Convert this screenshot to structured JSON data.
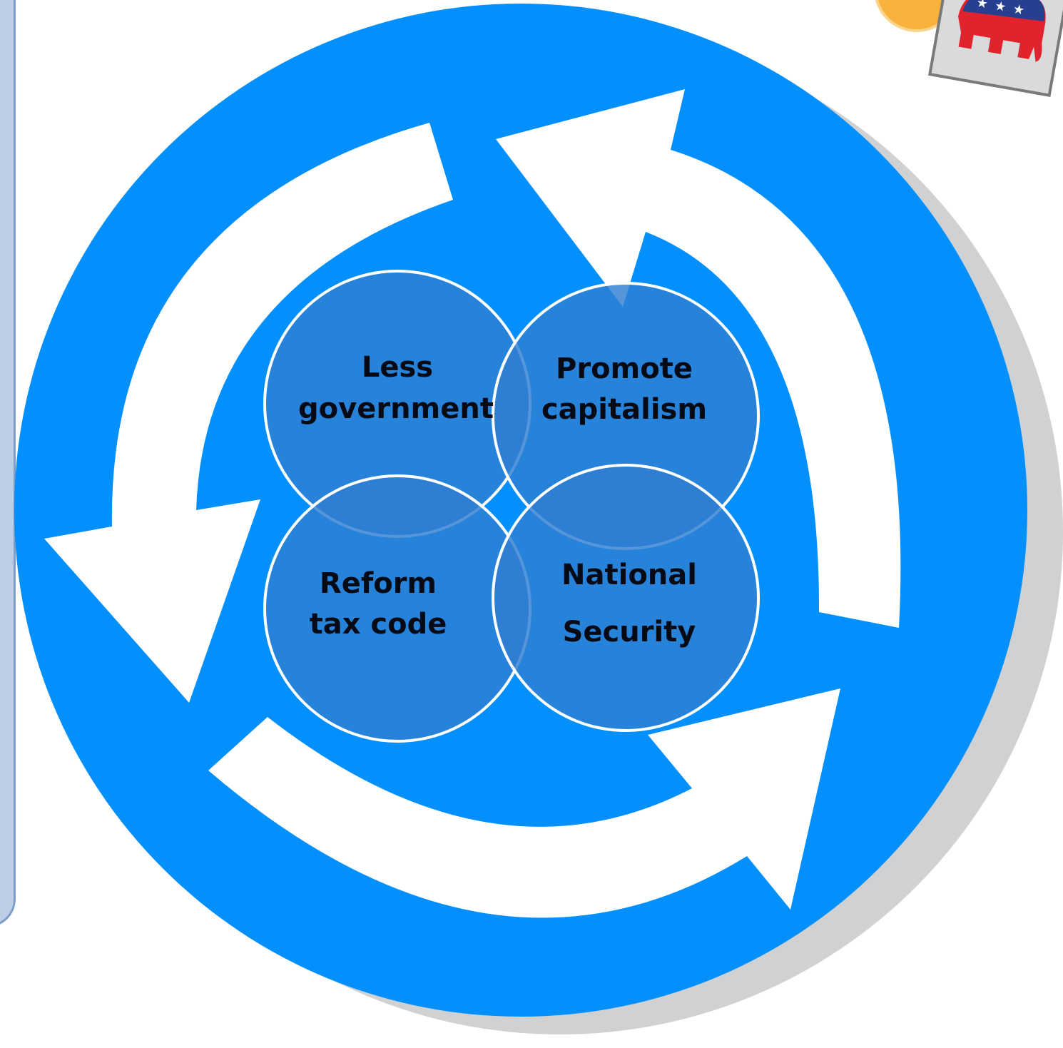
{
  "diagram": {
    "circles": [
      {
        "id": "less-government",
        "lines": [
          "Less",
          "government"
        ]
      },
      {
        "id": "promote-capitalism",
        "lines": [
          "Promote",
          "capitalism"
        ]
      },
      {
        "id": "reform-tax-code",
        "lines": [
          "Reform",
          "tax code"
        ]
      },
      {
        "id": "national-security",
        "lines": [
          "National",
          "Security"
        ]
      }
    ]
  },
  "colors": {
    "disk": "#038ffc",
    "shadow": "#cfd1d3",
    "arrows": "#ffffff",
    "circle_fill": "#2f7fd2",
    "circle_stroke": "#ffffff",
    "side_panel": "#bccfe6",
    "side_panel_border": "#7e9cc8",
    "badge": "#f6b23a",
    "logo_red": "#e0232d",
    "logo_blue": "#26408f"
  },
  "logo": {
    "icon": "republican-elephant-icon"
  }
}
